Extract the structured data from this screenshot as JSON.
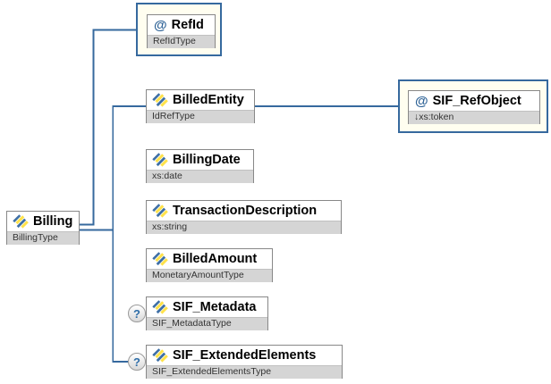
{
  "diagram": {
    "kind": "xml-schema-diagram",
    "root": "Billing"
  },
  "nodes": {
    "billing": {
      "label": "Billing",
      "type": "BillingType"
    },
    "ref_id": {
      "marker": "@",
      "label": "RefId",
      "type": "RefIdType"
    },
    "billed_entity": {
      "label": "BilledEntity",
      "type": "IdRefType"
    },
    "sif_ref_object": {
      "marker": "@",
      "label": "SIF_RefObject",
      "type": "↓xs:token"
    },
    "billing_date": {
      "label": "BillingDate",
      "type": "xs:date"
    },
    "transaction_description": {
      "label": "TransactionDescription",
      "type": "xs:string"
    },
    "billed_amount": {
      "label": "BilledAmount",
      "type": "MonetaryAmountType"
    },
    "sif_metadata": {
      "label": "SIF_Metadata",
      "type": "SIF_MetadataType",
      "occurrence": "?"
    },
    "sif_extended_elements": {
      "label": "SIF_ExtendedElements",
      "type": "SIF_ExtendedElementsType",
      "occurrence": "?"
    }
  },
  "colors": {
    "line_blue": "#36699e",
    "container_fill": "#fffef0",
    "type_bar_gray": "#d5d5d5",
    "box_border_gray": "#888888",
    "icon_yellow": "#ffe24a",
    "icon_blue": "#3e6fa5"
  }
}
